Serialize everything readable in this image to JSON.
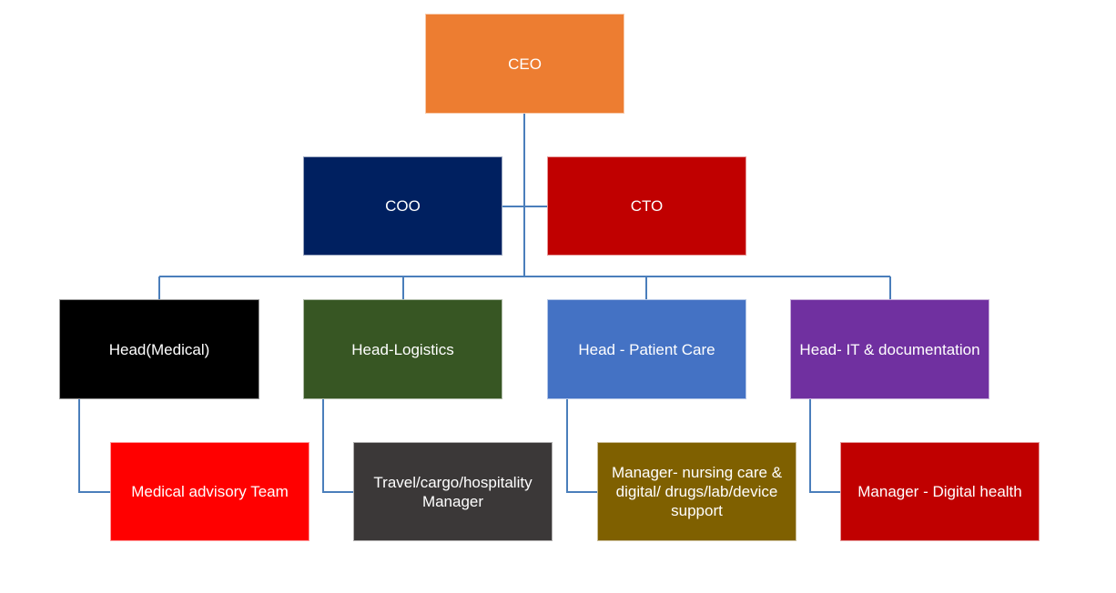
{
  "org_chart": {
    "line_color": "#4a7ebb",
    "nodes": {
      "ceo": {
        "label": "CEO",
        "color": "#ed7d31"
      },
      "coo": {
        "label": "COO",
        "color": "#002060"
      },
      "cto": {
        "label": "CTO",
        "color": "#c00000"
      },
      "head_medical": {
        "label": "Head(Medical)",
        "color": "#000000"
      },
      "head_logistics": {
        "label": "Head-Logistics",
        "color": "#375623"
      },
      "head_patient_care": {
        "label": "Head - Patient Care",
        "color": "#4472c4"
      },
      "head_it": {
        "label": "Head- IT & documentation",
        "color": "#7030a0"
      },
      "medical_advisory": {
        "label": "Medical advisory Team",
        "color": "#ff0000"
      },
      "travel_manager": {
        "label_line1": "Travel/cargo/hospitality",
        "label_line2": "Manager",
        "color": "#3b3838"
      },
      "nursing_manager": {
        "label_line1": "Manager- nursing care &",
        "label_line2": "digital/ drugs/lab/device",
        "label_line3": "support",
        "color": "#7f6000"
      },
      "digital_manager": {
        "label": "Manager - Digital health",
        "color": "#c00000"
      }
    }
  }
}
